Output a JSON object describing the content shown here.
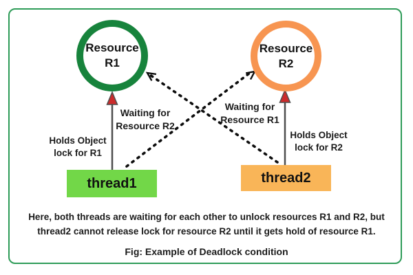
{
  "diagram": {
    "resource_r1": {
      "label_line1": "Resource",
      "label_line2": "R1"
    },
    "resource_r2": {
      "label_line1": "Resource",
      "label_line2": "R2"
    },
    "thread1": {
      "label": "thread1"
    },
    "thread2": {
      "label": "thread2"
    },
    "labels": {
      "waiting_r2_line1": "Waiting for",
      "waiting_r2_line2": "Resource R2",
      "waiting_r1_line1": "Waiting for",
      "waiting_r1_line2": "Resource R1",
      "holds_r1_line1": "Holds Object",
      "holds_r1_line2": "lock for R1",
      "holds_r2_line1": "Holds Object",
      "holds_r2_line2": "lock for R2"
    }
  },
  "description": {
    "line1": "Here, both threads are waiting for each other to unlock resources R1 and R2, but",
    "line2": "thread2 cannot release lock for resource R2 until it gets hold of resource R1."
  },
  "caption": {
    "text": "Fig: Example of Deadlock condition"
  },
  "colors": {
    "frame_border": "#2d9b57",
    "resource_r1_border": "#17833c",
    "resource_r2_border": "#f79551",
    "thread1_bg": "#72d748",
    "thread2_bg": "#f9b558",
    "arrow_shaft": "#4f4f4f",
    "arrowhead_red": "#cc2b2b",
    "dashed_arrow": "#0d0d0d"
  }
}
